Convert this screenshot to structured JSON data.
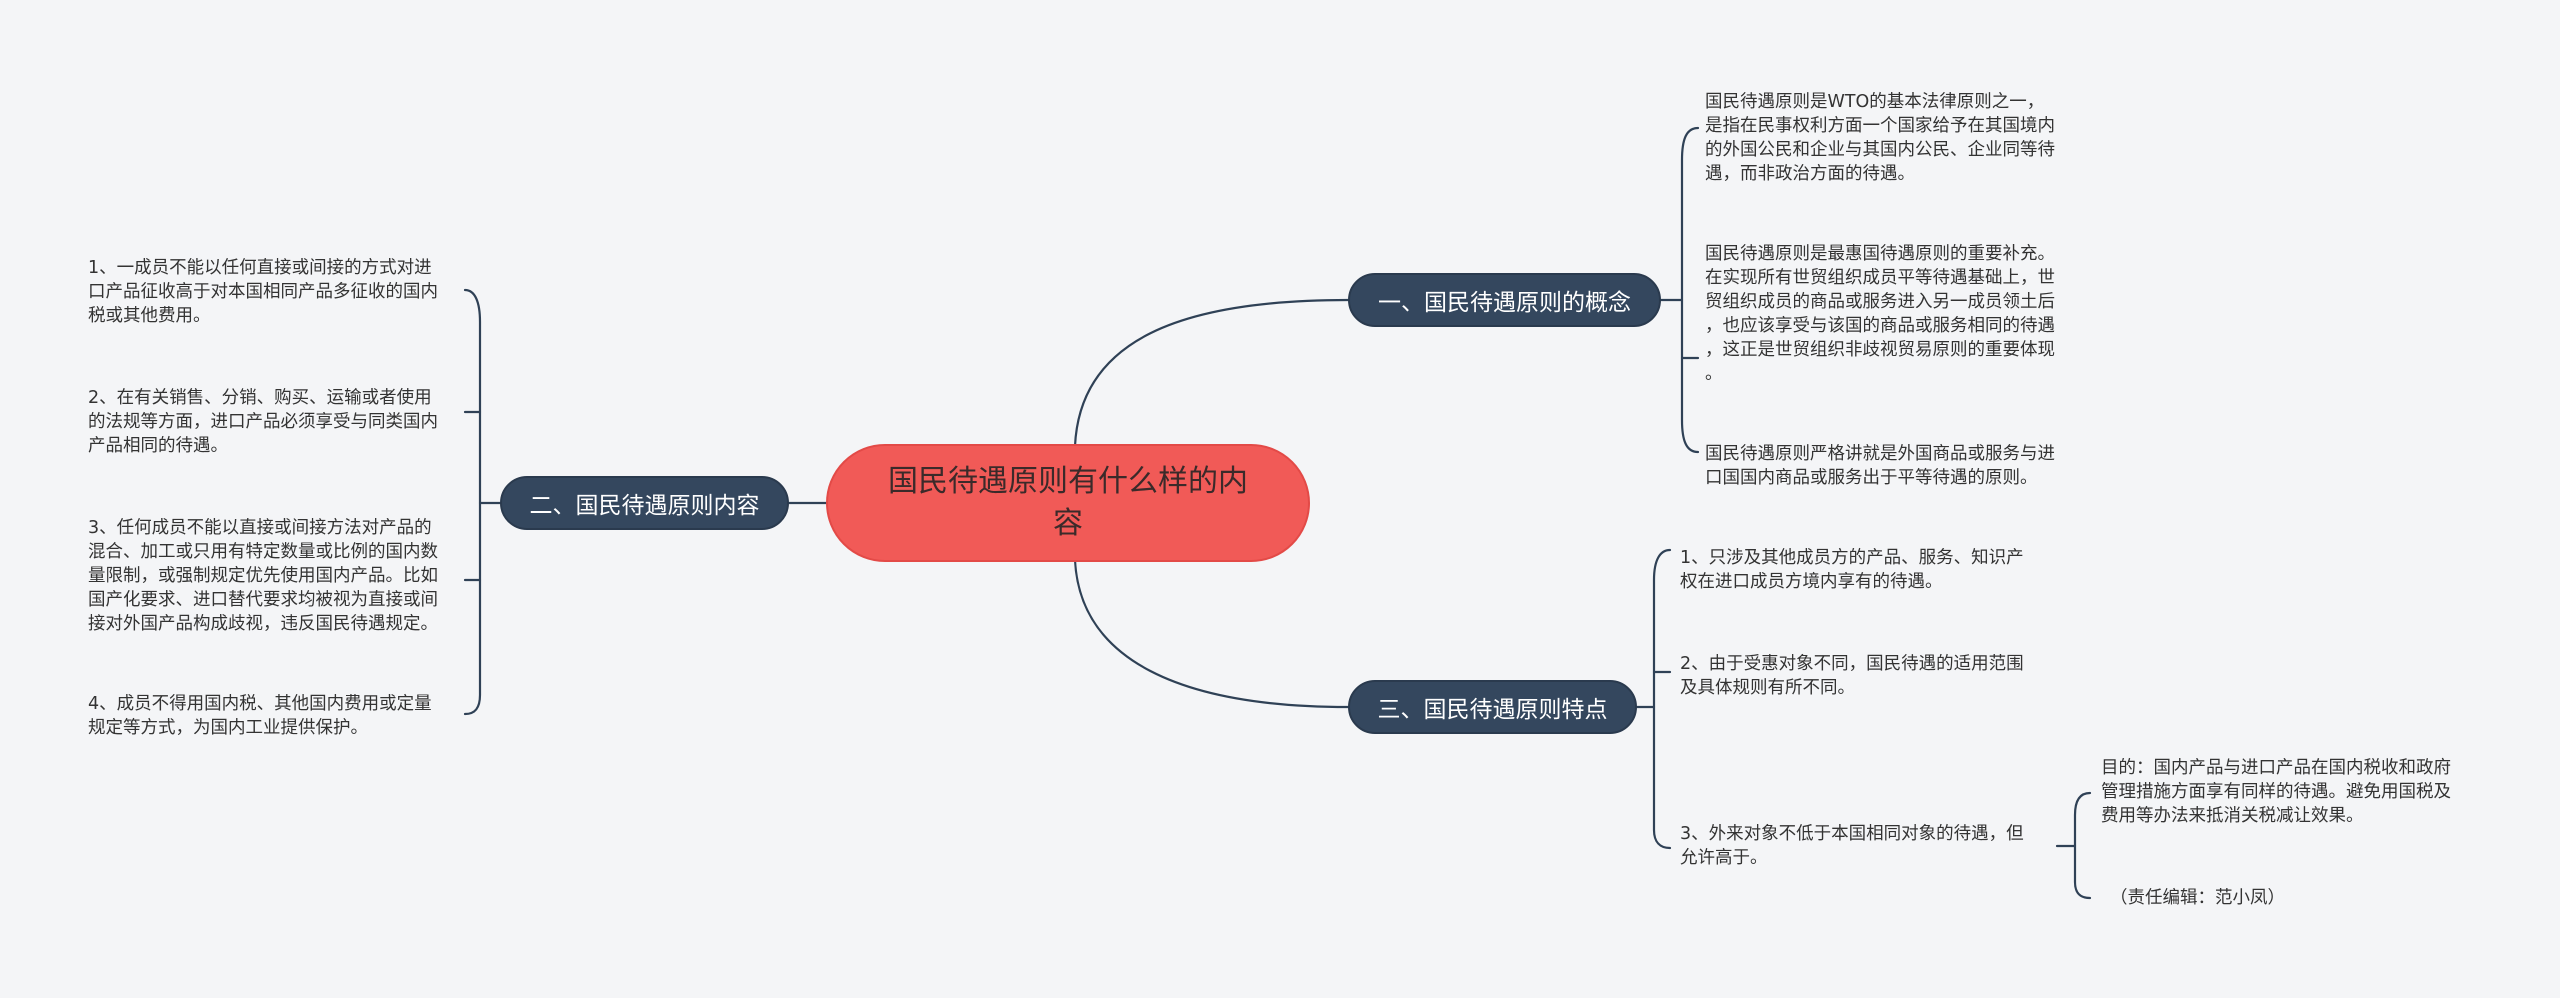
{
  "root": {
    "title": "国民待遇原则有什么样的内容"
  },
  "branches": [
    {
      "label": "一、国民待遇原则的概念",
      "items": [
        "国民待遇原则是WTO的基本法律原则之一，\n是指在民事权利方面一个国家给予在其国境内\n的外国公民和企业与其国内公民、企业同等待\n遇，而非政治方面的待遇。",
        "国民待遇原则是最惠国待遇原则的重要补充。\n在实现所有世贸组织成员平等待遇基础上，世\n贸组织成员的商品或服务进入另一成员领土后\n，也应该享受与该国的商品或服务相同的待遇\n，这正是世贸组织非歧视贸易原则的重要体现\n。",
        "国民待遇原则严格讲就是外国商品或服务与进\n口国国内商品或服务出于平等待遇的原则。"
      ]
    },
    {
      "label": "二、国民待遇原则内容",
      "items": [
        "1、一成员不能以任何直接或间接的方式对进\n口产品征收高于对本国相同产品多征收的国内\n税或其他费用。",
        "2、在有关销售、分销、购买、运输或者使用\n的法规等方面，进口产品必须享受与同类国内\n产品相同的待遇。",
        "3、任何成员不能以直接或间接方法对产品的\n混合、加工或只用有特定数量或比例的国内数\n量限制，或强制规定优先使用国内产品。比如\n国产化要求、进口替代要求均被视为直接或间\n接对外国产品构成歧视，违反国民待遇规定。",
        "4、成员不得用国内税、其他国内费用或定量\n规定等方式，为国内工业提供保护。"
      ]
    },
    {
      "label": "三、国民待遇原则特点",
      "items": [
        "1、只涉及其他成员方的产品、服务、知识产\n权在进口成员方境内享有的待遇。",
        "2、由于受惠对象不同，国民待遇的适用范围\n及具体规则有所不同。",
        "3、外来对象不低于本国相同对象的待遇，但\n允许高于。"
      ],
      "sub_items": [
        "目的：国内产品与进口产品在国内税收和政府\n管理措施方面享有同样的待遇。避免用国税及\n费用等办法来抵消关税减让效果。",
        "（责任编辑：范小凤）"
      ]
    }
  ],
  "colors": {
    "background": "#f4f5f7",
    "root_fill": "#f15a57",
    "branch_fill": "#34475e",
    "line": "#2f4156",
    "text": "#333333"
  }
}
